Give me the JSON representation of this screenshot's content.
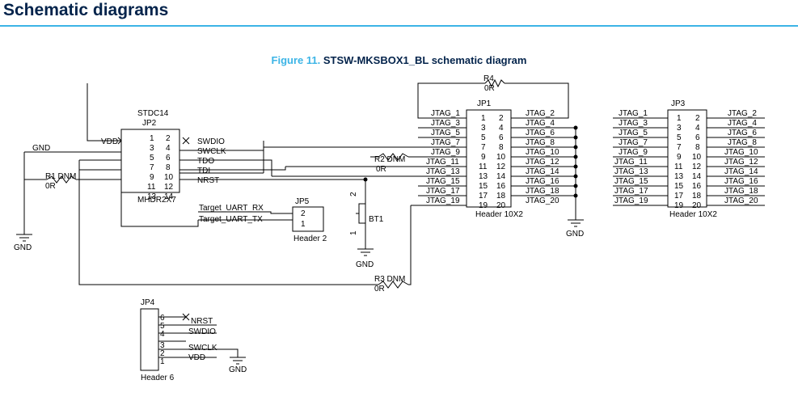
{
  "header": {
    "title": "Schematic diagrams"
  },
  "figure": {
    "number": "Figure 11.",
    "title": "STSW-MKSBOX1_BL schematic diagram"
  },
  "stdc14": {
    "part": "STDC14",
    "ref": "JP2",
    "footprint": "MHDR2X7",
    "pins_left": [
      "1",
      "3",
      "5",
      "7",
      "9",
      "11",
      "13"
    ],
    "pins_right": [
      "2",
      "4",
      "6",
      "8",
      "10",
      "12",
      "14"
    ],
    "signals": [
      "VDD",
      "GND",
      "SWDIO",
      "SWCLK",
      "TDO",
      "TDI",
      "NRST",
      "Target_UART_RX",
      "Target_UART_TX"
    ]
  },
  "jp1": {
    "ref": "JP1",
    "footprint": "Header 10X2",
    "left_labels": [
      "JTAG_1",
      "JTAG_3",
      "JTAG_5",
      "JTAG_7",
      "JTAG_9",
      "JTAG_11",
      "JTAG_13",
      "JTAG_15",
      "JTAG_17",
      "JTAG_19"
    ],
    "right_labels": [
      "JTAG_2",
      "JTAG_4",
      "JTAG_6",
      "JTAG_8",
      "JTAG_10",
      "JTAG_12",
      "JTAG_14",
      "JTAG_16",
      "JTAG_18",
      "JTAG_20"
    ],
    "left_pins": [
      "1",
      "3",
      "5",
      "7",
      "9",
      "11",
      "13",
      "15",
      "17",
      "19"
    ],
    "right_pins": [
      "2",
      "4",
      "6",
      "8",
      "10",
      "12",
      "14",
      "16",
      "18",
      "20"
    ]
  },
  "jp3": {
    "ref": "JP3",
    "footprint": "Header 10X2",
    "left_labels": [
      "JTAG_1",
      "JTAG_3",
      "JTAG_5",
      "JTAG_7",
      "JTAG_9",
      "JTAG_11",
      "JTAG_13",
      "JTAG_15",
      "JTAG_17",
      "JTAG_19"
    ],
    "right_labels": [
      "JTAG_2",
      "JTAG_4",
      "JTAG_6",
      "JTAG_8",
      "JTAG_10",
      "JTAG_12",
      "JTAG_14",
      "JTAG_16",
      "JTAG_18",
      "JTAG_20"
    ],
    "left_pins": [
      "1",
      "3",
      "5",
      "7",
      "9",
      "11",
      "13",
      "15",
      "17",
      "19"
    ],
    "right_pins": [
      "2",
      "4",
      "6",
      "8",
      "10",
      "12",
      "14",
      "16",
      "18",
      "20"
    ]
  },
  "jp5": {
    "ref": "JP5",
    "footprint": "Header 2",
    "pins": [
      "2",
      "1"
    ]
  },
  "jp4": {
    "ref": "JP4",
    "footprint": "Header 6",
    "pins": [
      "6",
      "5",
      "4",
      "3",
      "2",
      "1"
    ],
    "signals": [
      "NRST",
      "SWDIO",
      "SWCLK",
      "VDD"
    ]
  },
  "bt1": {
    "ref": "BT1",
    "pin_top": "2",
    "pin_bottom": "1"
  },
  "resistors": {
    "r4": {
      "ref": "R4",
      "value": "0R"
    },
    "r1": {
      "ref": "R1 DNM",
      "value": "0R"
    },
    "r2": {
      "ref": "R2 DNM",
      "value": "0R"
    },
    "r3": {
      "ref": "R3 DNM",
      "value": "0R"
    }
  },
  "gnd_label": "GND"
}
